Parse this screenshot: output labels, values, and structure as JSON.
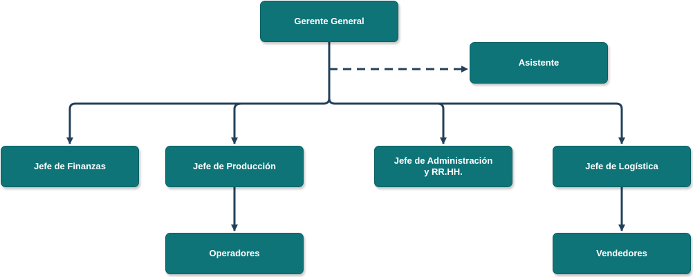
{
  "colors": {
    "node_fill": "#0e7478",
    "node_border": "#0b5f63",
    "node_text": "#ffffff",
    "connector": "#23405a"
  },
  "nodes": {
    "gerente": {
      "lines": [
        "Gerente General"
      ]
    },
    "asistente": {
      "lines": [
        "Asistente"
      ]
    },
    "finanzas": {
      "lines": [
        "Jefe de Finanzas"
      ]
    },
    "produccion": {
      "lines": [
        "Jefe de Producción"
      ]
    },
    "admin": {
      "lines": [
        "Jefe de Administración",
        "y RR.HH."
      ]
    },
    "logistica": {
      "lines": [
        "Jefe de Logística"
      ]
    },
    "operadores": {
      "lines": [
        "Operadores"
      ]
    },
    "vendedores": {
      "lines": [
        "Vendedores"
      ]
    }
  },
  "edges": [
    {
      "from": "gerente",
      "to": "asistente",
      "style": "dashed"
    },
    {
      "from": "gerente",
      "to": "finanzas",
      "style": "solid"
    },
    {
      "from": "gerente",
      "to": "produccion",
      "style": "solid"
    },
    {
      "from": "gerente",
      "to": "admin",
      "style": "solid"
    },
    {
      "from": "gerente",
      "to": "logistica",
      "style": "solid"
    },
    {
      "from": "produccion",
      "to": "operadores",
      "style": "solid"
    },
    {
      "from": "logistica",
      "to": "vendedores",
      "style": "solid"
    }
  ]
}
